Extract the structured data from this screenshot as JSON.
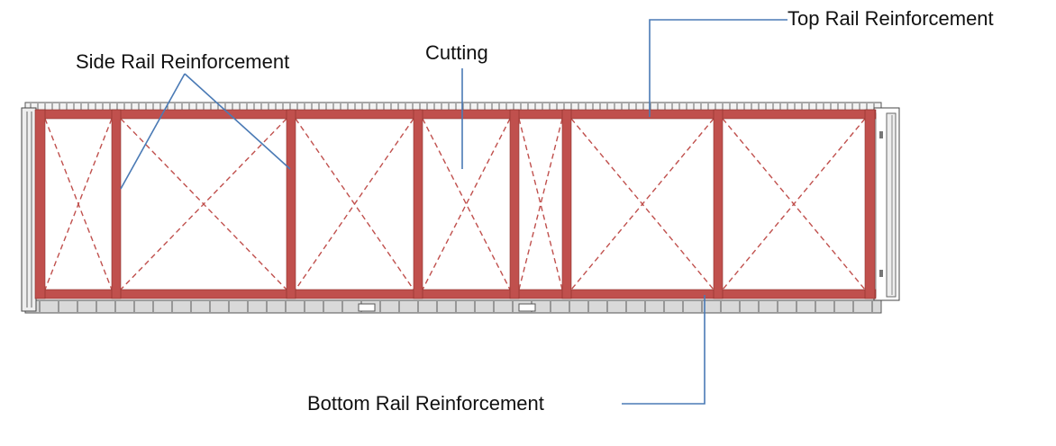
{
  "labels": {
    "side_rail": "Side Rail Reinforcement",
    "cutting": "Cutting",
    "top_rail": "Top Rail Reinforcement",
    "bottom_rail": "Bottom Rail Reinforcement"
  },
  "colors": {
    "reinforcement": "#c0504d",
    "cut_dash": "#c0504d",
    "callout_line": "#4a7ab5",
    "container_outline": "#444444",
    "corrugation": "#cfcfcf"
  },
  "panels": {
    "count": 7
  }
}
